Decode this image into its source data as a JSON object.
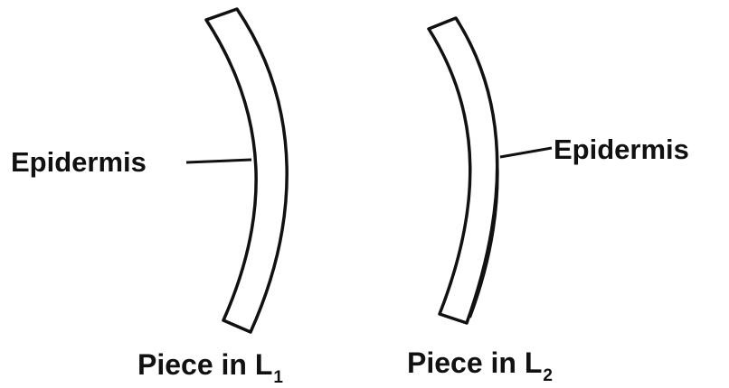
{
  "left_piece": {
    "label": "Epidermis",
    "caption_text": "Piece in L",
    "caption_subscript": "1"
  },
  "right_piece": {
    "label": "Epidermis",
    "caption_text": "Piece in L",
    "caption_subscript": "2"
  },
  "colors": {
    "ink": "#111111",
    "background": "#ffffff"
  }
}
